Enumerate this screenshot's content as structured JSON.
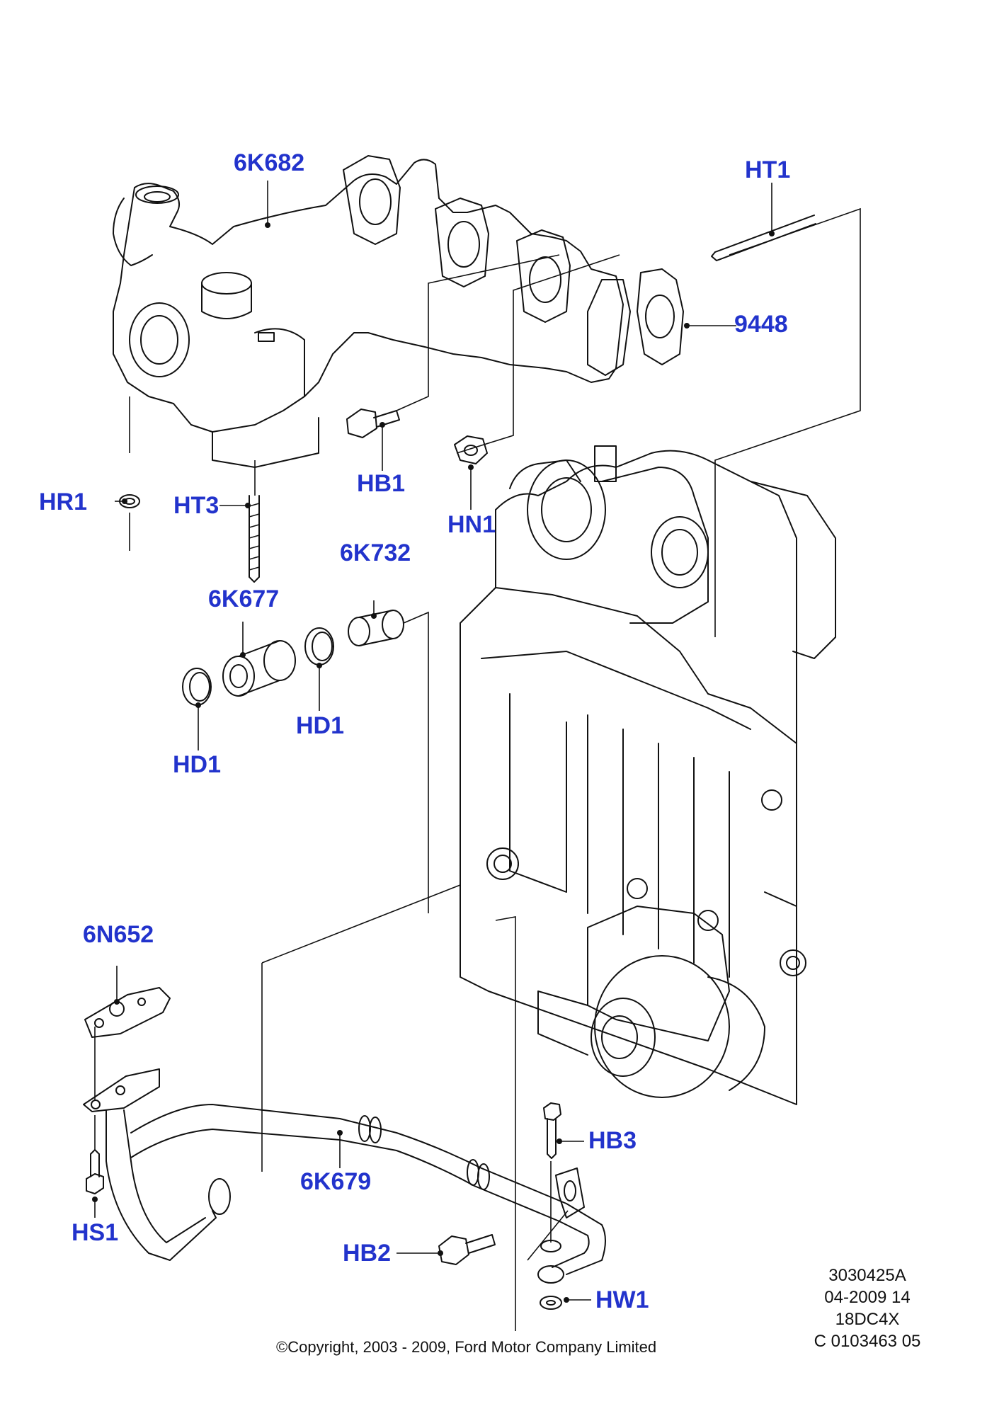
{
  "parts": {
    "p_6K682": "6K682",
    "p_HT1": "HT1",
    "p_9448": "9448",
    "p_HR1": "HR1",
    "p_HT3": "HT3",
    "p_HB1": "HB1",
    "p_HN1": "HN1",
    "p_6K732": "6K732",
    "p_6K677": "6K677",
    "p_HD1a": "HD1",
    "p_HD1b": "HD1",
    "p_6N652": "6N652",
    "p_HB3": "HB3",
    "p_6K679": "6K679",
    "p_HS1": "HS1",
    "p_HB2": "HB2",
    "p_HW1": "HW1"
  },
  "reference": {
    "line1": "3030425A",
    "line2": "04-2009 14",
    "line3": "18DC4X",
    "line4": "C 0103463 05"
  },
  "copyright": "©Copyright, 2003 - 2009, Ford Motor Company Limited",
  "colors": {
    "label": "#2233cc",
    "line": "#111111",
    "background": "#ffffff"
  }
}
